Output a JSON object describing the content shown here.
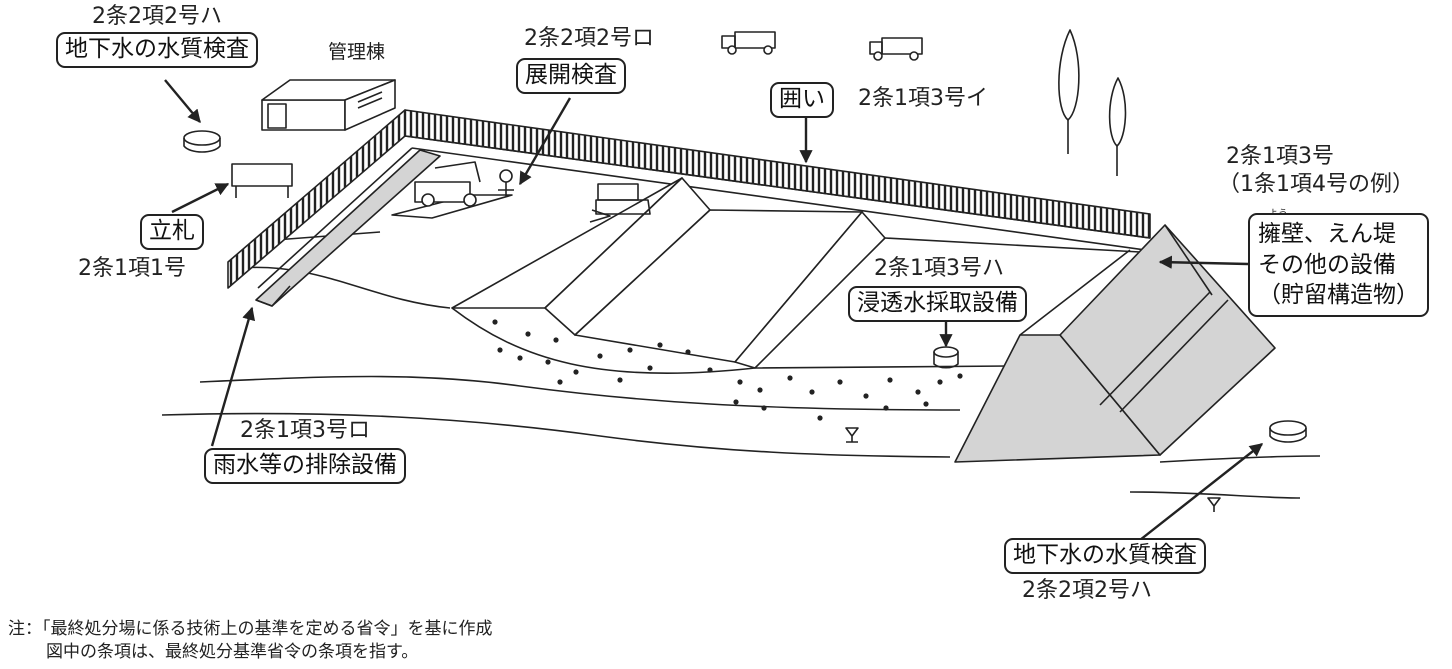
{
  "labels": {
    "gw_top_ref": "2条2項2号ハ",
    "gw_top": "地下水の水質検査",
    "admin_building": "管理棟",
    "inspection_ref": "2条2項2号ロ",
    "inspection": "展開検査",
    "fence": "囲い",
    "fence_ref": "2条1項3号イ",
    "sign": "立札",
    "sign_ref": "2条1項1号",
    "retaining_ref1": "2条1項3号",
    "retaining_ref2": "（1条1項4号の例）",
    "retaining_furigana": "よう",
    "retaining_line1": "擁壁、えん堤",
    "retaining_line2": "その他の設備",
    "retaining_line3": "（貯留構造物）",
    "leachate_ref": "2条1項3号ハ",
    "leachate": "浸透水採取設備",
    "drainage_ref": "2条1項3号ロ",
    "drainage": "雨水等の排除設備",
    "gw_bottom": "地下水の水質検査",
    "gw_bottom_ref": "2条2項2号ハ"
  },
  "note": {
    "line1": "注：「最終処分場に係る技術上の基準を定める省令」を基に作成",
    "line2": "図中の条項は、最終処分基準省令の条項を指す。"
  },
  "colors": {
    "line": "#222222",
    "embankment_fill": "#d4d4d4",
    "background": "#ffffff"
  }
}
